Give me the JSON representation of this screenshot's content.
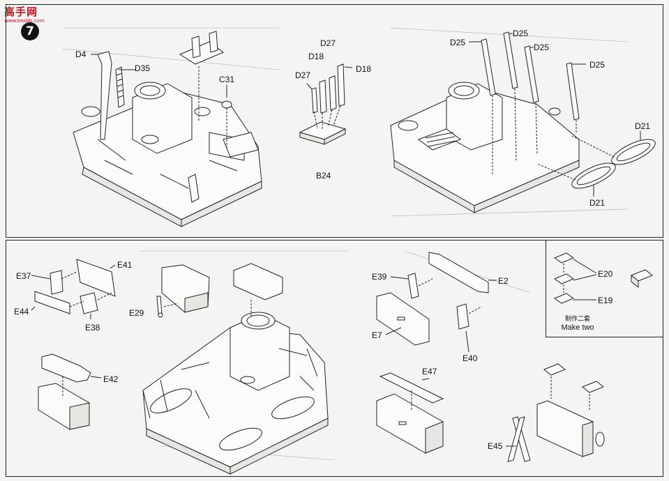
{
  "watermark": {
    "title": "高手网",
    "subtitle": "www.bnsbb.com"
  },
  "step_number": "7",
  "labels": {
    "d4": "D4",
    "d35": "D35",
    "c31": "C31",
    "d27_top": "D27",
    "d18_left": "D18",
    "d27_left": "D27",
    "d18_right": "D18",
    "b24": "B24",
    "d25_a": "D25",
    "d25_b": "D25",
    "d25_c": "D25",
    "d25_d": "D25",
    "d21_top": "D21",
    "d21_bottom": "D21",
    "e41": "E41",
    "e37": "E37",
    "e44": "E44",
    "e38": "E38",
    "e29": "E29",
    "e42": "E42",
    "e39": "E39",
    "e2": "E2",
    "e7": "E7",
    "e40": "E40",
    "e47": "E47",
    "e45": "E45",
    "e20": "E20",
    "e19": "E19"
  },
  "inset_note": {
    "chinese": "制作二套",
    "english": "Make two"
  }
}
